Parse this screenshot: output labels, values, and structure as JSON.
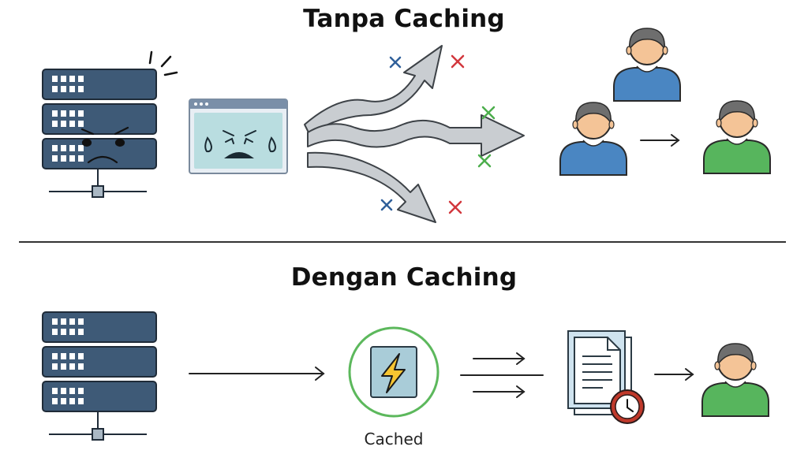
{
  "titles": {
    "top": "Tanpa Caching",
    "bottom": "Dengan Caching"
  },
  "labels": {
    "cached": "Cached"
  },
  "icons": {
    "server": "server-rack-icon",
    "browser": "browser-window-icon",
    "user": "user-icon",
    "lightning": "lightning-icon",
    "document": "document-icon",
    "clock": "clock-icon",
    "fail_mark": "x-mark-icon"
  },
  "colors": {
    "server_blue": "#3e5a77",
    "server_outline": "#1f2b38",
    "browser_bg": "#b9dde0",
    "user_blue": "#4a86c2",
    "user_green": "#57b55d",
    "skin": "#f4c497",
    "hair": "#6e6e6e",
    "cache_ring": "#5cb85c",
    "lightning_yellow": "#f7c531",
    "cross_blue": "#2f5f9a",
    "cross_red": "#d2373d",
    "cross_green": "#4cae4c",
    "clock_red": "#c0392b",
    "divider": "#333333"
  }
}
